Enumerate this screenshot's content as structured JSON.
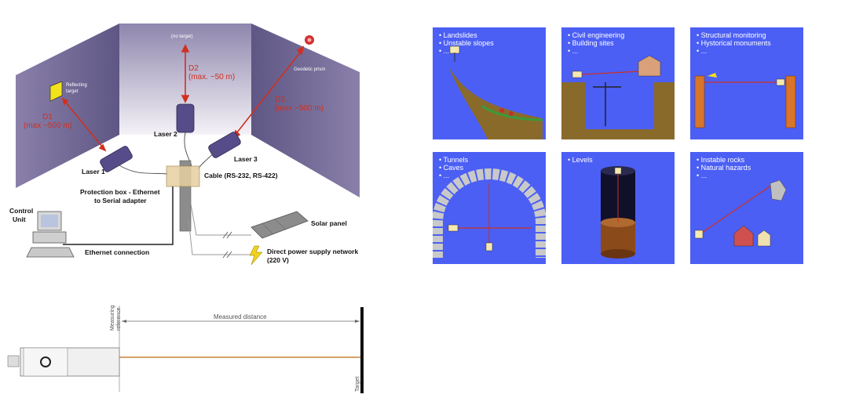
{
  "system": {
    "d1": "D1",
    "d1_range": "(max ~500 m)",
    "d2": "D2",
    "d2_range": "(max. ~50 m)",
    "d3": "D3",
    "d3_range": "(max ~500 m)",
    "reflecting_target": [
      "Reflecting",
      "target"
    ],
    "no_target": "(no target)",
    "geodetic_prism": "Geodetic prism",
    "laser1": "Laser 1",
    "laser2": "Laser 2",
    "laser3": "Laser 3",
    "cable": "Cable (RS-232, RS-422)",
    "protection_box": [
      "Protection box - Ethernet",
      "to Serial adapter"
    ],
    "control_unit": [
      "Control",
      "Unit"
    ],
    "ethernet": "Ethernet connection",
    "solar_panel": "Solar panel",
    "power_supply": [
      "Direct power supply network",
      "(220 V)"
    ],
    "colors": {
      "wall": "#7a6f9c",
      "wall_dark": "#4e4670",
      "laser": "#5a4f8c",
      "beam": "#d03020",
      "box": "#e7cfa0"
    }
  },
  "measure": {
    "reference": [
      "Measuring",
      "reference"
    ],
    "distance": "Measured distance",
    "target": "Target",
    "colors": {
      "beam": "#c8823a"
    }
  },
  "applications": [
    {
      "lines": [
        "Landslides",
        "Unstable slopes",
        "..."
      ]
    },
    {
      "lines": [
        "Civil engineering",
        "Building sites",
        "..."
      ]
    },
    {
      "lines": [
        "Structural monitoring",
        "Hystorical monuments",
        "..."
      ]
    },
    {
      "lines": [
        "Tunnels",
        "Caves",
        "..."
      ]
    },
    {
      "lines": [
        "Levels"
      ]
    },
    {
      "lines": [
        "Instable rocks",
        "Natural hazards",
        "..."
      ]
    }
  ],
  "card_color": "#4b5ff5"
}
